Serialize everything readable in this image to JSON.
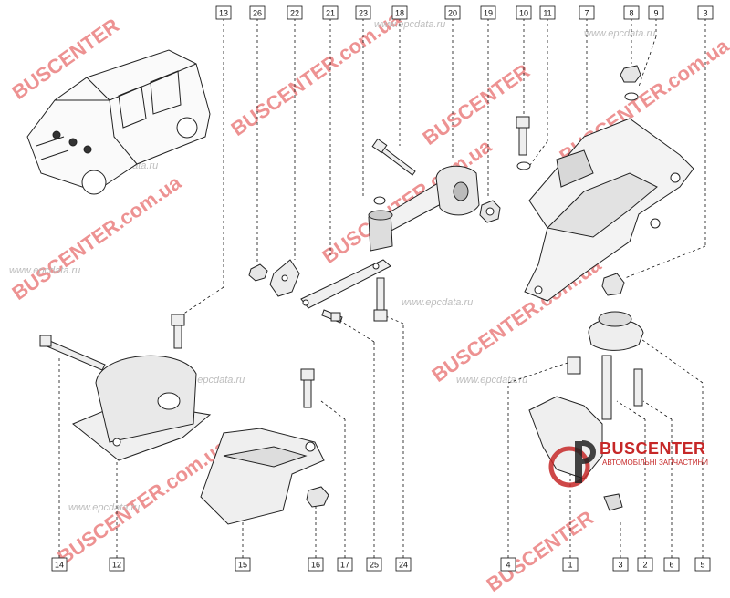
{
  "callouts": [
    "13",
    "26",
    "22",
    "21",
    "23",
    "18",
    "20",
    "19",
    "10",
    "11",
    "7",
    "8",
    "9",
    "3",
    "14",
    "12",
    "15",
    "16",
    "17",
    "25",
    "24",
    "4",
    "1",
    "3",
    "2",
    "6",
    "5"
  ],
  "watermarks": {
    "brand": "BUSCENTER",
    "domain": "BUSCENTER.com.ua",
    "site": "www.epcdata.ru"
  },
  "logo": {
    "title": "BUSCENTER",
    "subtitle": "АВТОМОБІЛЬНІ ЗАПЧАСТИНИ",
    "color": "#c62828"
  },
  "colors": {
    "ink": "#111111",
    "watermark": "#e03a3a",
    "site_watermark": "#bdbdbd"
  }
}
